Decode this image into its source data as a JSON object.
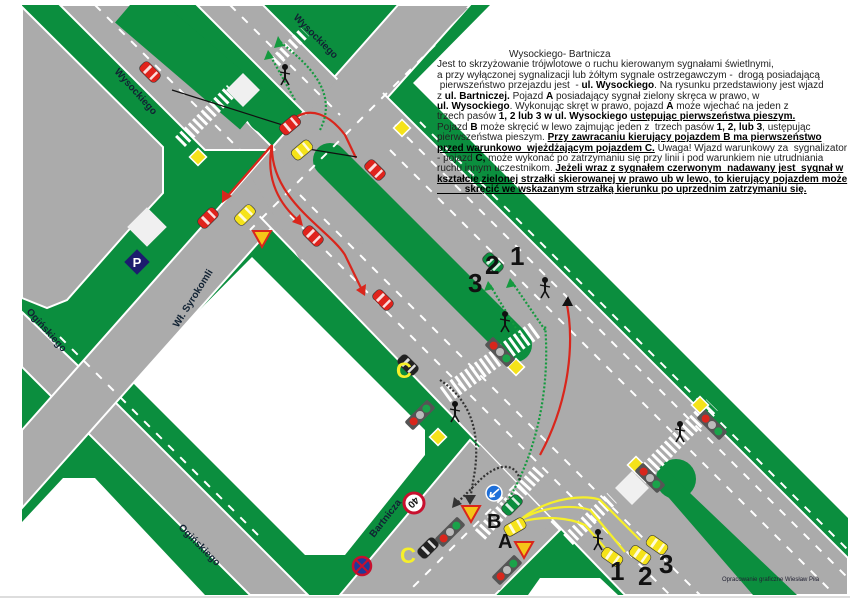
{
  "diagram": {
    "title": "Wysockiego- Bartnicza",
    "colors": {
      "grass": "#0b8e3e",
      "road": "#ababab",
      "car_red": "#e0231c",
      "car_yellow": "#f5e31a",
      "arrow_red": "#d9261c",
      "arrow_green": "#159a3f",
      "arrow_yellow": "#f6ef2a"
    },
    "streets": {
      "wysockiego_top": "Wysockiego",
      "wysockiego_left": "Wysockiego",
      "syrokomli": "Wł. Syrokomli",
      "oginskiego_left": "Ogińskiego",
      "oginskiego_bottom": "Ogińskiego",
      "bartnicza": "Bartnicza"
    },
    "vehicles": {
      "a": "A",
      "b": "B",
      "c_upper": "C",
      "c_lower": "C"
    },
    "lanes_upper": {
      "l1": "1",
      "l2": "2",
      "l3": "3"
    },
    "lanes_lower": {
      "l1": "1",
      "l2": "2",
      "l3": "3"
    },
    "signs": {
      "parking": "P",
      "speed_limit": "40"
    },
    "credit": "Opracowanie graficzne Wiesław Piła"
  },
  "text": {
    "lines": [
      [
        {
          "t": "Jest to skrzyżowanie trójwlotowe o ruchu kierowanym sygnałami świetlnymi,",
          "s": ""
        }
      ],
      [
        {
          "t": "a przy wyłączonej sygnalizacji lub żółtym sygnale ostrzegawczym -  drogą posiadającą",
          "s": ""
        }
      ],
      [
        {
          "t": " pierwszeństwo przejazdu jest  - ",
          "s": ""
        },
        {
          "t": "ul. Wysockiego",
          "s": "b"
        },
        {
          "t": ". Na rysunku przedstawiony jest wjazd",
          "s": ""
        }
      ],
      [
        {
          "t": "z ",
          "s": ""
        },
        {
          "t": "ul. Bartniczej.",
          "s": "b"
        },
        {
          "t": " Pojazd ",
          "s": ""
        },
        {
          "t": "A",
          "s": "b"
        },
        {
          "t": " posiadający sygnał zielony skręca w prawo, w",
          "s": ""
        }
      ],
      [
        {
          "t": "ul. Wysockiego",
          "s": "b"
        },
        {
          "t": ". Wykonując skręt w prawo, pojazd ",
          "s": ""
        },
        {
          "t": "A",
          "s": "b"
        },
        {
          "t": " może wjechać na jeden z",
          "s": ""
        }
      ],
      [
        {
          "t": "trzech pasów ",
          "s": ""
        },
        {
          "t": "1, 2 lub 3 w ul. Wysockiego ",
          "s": "b"
        },
        {
          "t": "ustępując pierwszeństwa pieszym.",
          "s": "bu"
        }
      ],
      [
        {
          "t": "Pojazd ",
          "s": ""
        },
        {
          "t": "B",
          "s": "b"
        },
        {
          "t": " może skręcić w lewo zajmując jeden z  trzech pasów ",
          "s": ""
        },
        {
          "t": "1, 2, lub 3",
          "s": "b"
        },
        {
          "t": ", ustępując",
          "s": ""
        }
      ],
      [
        {
          "t": "pierwszeństwa pieszym. ",
          "s": ""
        },
        {
          "t": "Przy zawracaniu kierujący pojazdem B ma pierwszeństwo",
          "s": "bu"
        }
      ],
      [
        {
          "t": "przed warunkowo  wjeżdżającym pojazdem C.",
          "s": "bu"
        },
        {
          "t": " Uwaga! Wjazd warunkowy za  sygnalizator",
          "s": ""
        }
      ],
      [
        {
          "t": "- pojazd ",
          "s": ""
        },
        {
          "t": "C,",
          "s": "b"
        },
        {
          "t": " może wykonać po zatrzymaniu się przy linii i pod warunkiem nie utrudniania",
          "s": ""
        }
      ],
      [
        {
          "t": "ruchu innym uczestnikom. ",
          "s": ""
        },
        {
          "t": "Jeżeli wraz z sygnałem czerwonym  nadawany jest  sygnał w",
          "s": "bu"
        }
      ],
      [
        {
          "t": "kształcie zielonej strzałki skierowanej w prawo ub w lewo, to kierujący pojazdem może",
          "s": "bu"
        }
      ],
      [
        {
          "t": "          skręcić we wskazanym strzałką kierunku po uprzednim zatrzymaniu się.",
          "s": "bu"
        }
      ]
    ]
  }
}
